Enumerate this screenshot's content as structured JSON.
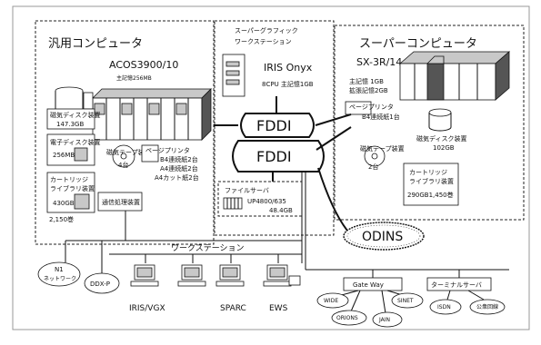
{
  "mainframe": {
    "section_title": "汎用コンピュータ",
    "model": "ACOS3900/10",
    "memory": "主記憶256MB",
    "magnetic_disk": {
      "label": "磁気ディスク装置",
      "value": "147.3GB"
    },
    "electronic_disk": {
      "label": "電子ディスク装置",
      "value": "256MB"
    },
    "cartridge_library": {
      "label_1": "カートリッジ",
      "label_2": "ライブラリ装置",
      "value": "430GB",
      "count": "2,150巻"
    },
    "tape": {
      "label": "磁気テープ装置",
      "count": "4台"
    },
    "printer": {
      "label": "ページプリンタ",
      "line_1": "B4連続紙2台",
      "line_2": "A4連続紙2台",
      "line_3": "A4カット紙2台"
    },
    "comm": {
      "label": "通信処理装置"
    }
  },
  "graphics": {
    "title_1": "スーパーグラフィック",
    "title_2": "ワークステーション",
    "model": "IRIS Onyx",
    "spec": "8CPU 主記憶1GB"
  },
  "supercomputer": {
    "section_title": "スーパーコンピュータ",
    "model": "SX-3R/14",
    "memory_1": "主記憶 1GB",
    "memory_2": "拡張記憶2GB",
    "printer": {
      "label": "ページプリンタ",
      "line_1": "B4連続紙1台"
    },
    "disk": {
      "label": "磁気ディスク装置",
      "value": "102GB"
    },
    "tape": {
      "label": "磁気テープ装置",
      "count": "2台"
    },
    "cartridge": {
      "label_1": "カートリッジ",
      "label_2": "ライブラリ装置",
      "value": "290GB1,450巻"
    }
  },
  "network": {
    "fddi_1": "FDDI",
    "fddi_2": "FDDI",
    "odins": "ODINS",
    "fileserver": {
      "title": "ファイルサーバ",
      "model": "UP4800/635",
      "capacity": "48.4GB"
    },
    "workstations_label": "ワークステーション",
    "n1": "N1",
    "n1_sub": "ネットワーク",
    "ddxp": "DDX-P",
    "ws_labels": [
      "IRIS/VGX",
      "SPARC",
      "EWS"
    ],
    "gateway": "Gate Way",
    "terminal_server": "ターミナルサーバ",
    "gateway_nets": [
      "WIDE",
      "SINET",
      "ORIONS",
      "JAIN"
    ],
    "terminal_nets": [
      "ISDN",
      "公衆回線"
    ]
  }
}
